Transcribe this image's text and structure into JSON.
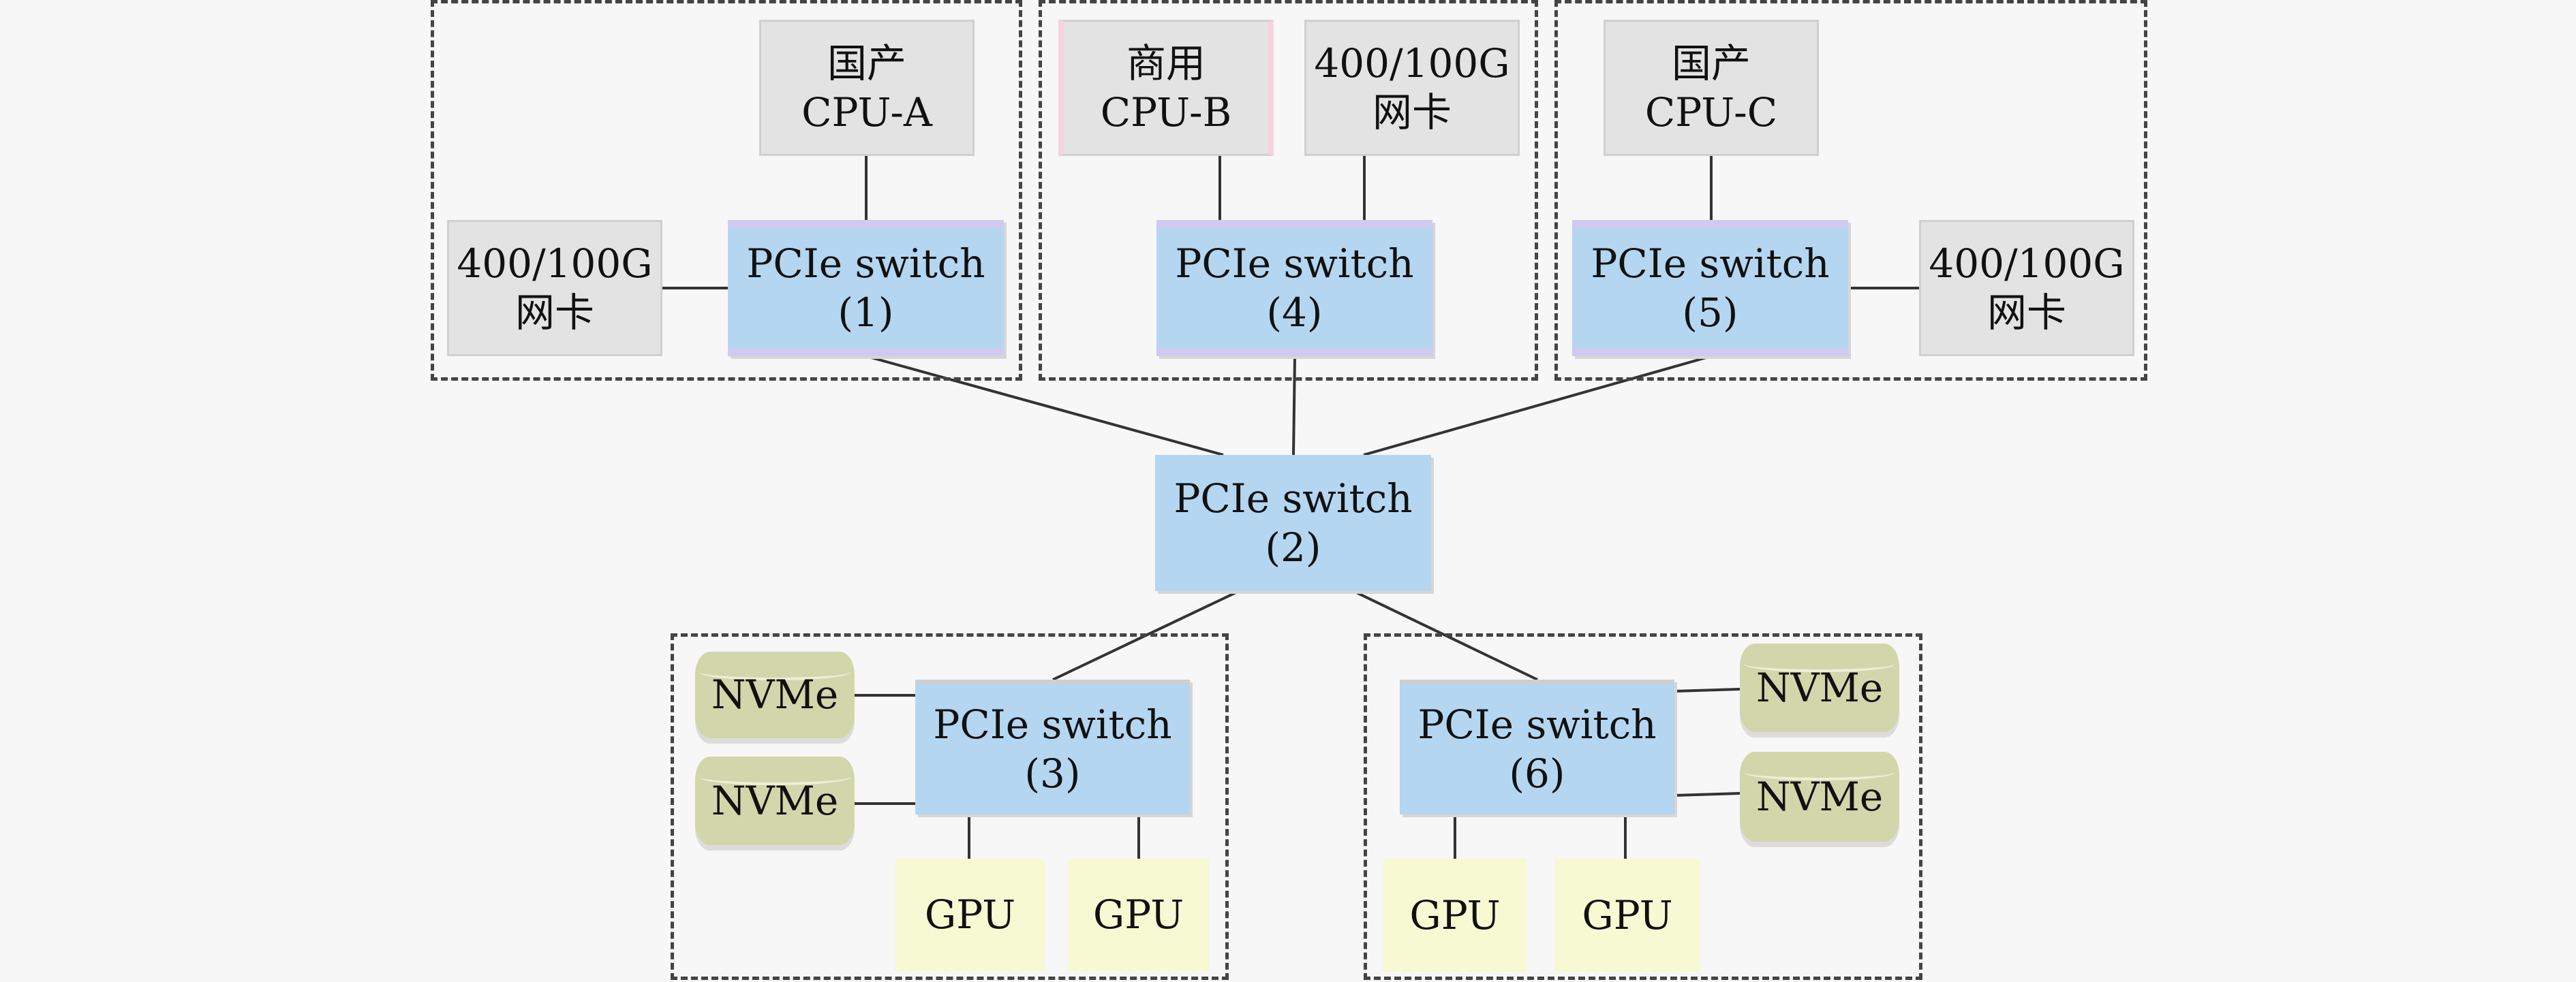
{
  "diagram": {
    "groups": [
      {
        "id": "group-a",
        "label": ""
      },
      {
        "id": "group-b",
        "label": ""
      },
      {
        "id": "group-c",
        "label": ""
      },
      {
        "id": "group-storage-left",
        "label": ""
      },
      {
        "id": "group-storage-right",
        "label": ""
      }
    ],
    "nodes": {
      "cpu_a": {
        "line1": "国产",
        "line2": "CPU-A"
      },
      "nic_a": {
        "line1": "400/100G",
        "line2": "网卡"
      },
      "switch_1": {
        "line1": "PCIe switch",
        "line2": "(1)"
      },
      "cpu_b": {
        "line1": "商用",
        "line2": "CPU-B"
      },
      "nic_b": {
        "line1": "400/100G",
        "line2": "网卡"
      },
      "switch_4": {
        "line1": "PCIe switch",
        "line2": "(4)"
      },
      "cpu_c": {
        "line1": "国产",
        "line2": "CPU-C"
      },
      "switch_5": {
        "line1": "PCIe switch",
        "line2": "(5)"
      },
      "nic_c": {
        "line1": "400/100G",
        "line2": "网卡"
      },
      "switch_2": {
        "line1": "PCIe switch",
        "line2": "(2)"
      },
      "switch_3": {
        "line1": "PCIe switch",
        "line2": "(3)"
      },
      "nvme_1": {
        "label": "NVMe"
      },
      "nvme_2": {
        "label": "NVMe"
      },
      "gpu_1": {
        "label": "GPU"
      },
      "gpu_2": {
        "label": "GPU"
      },
      "switch_6": {
        "line1": "PCIe switch",
        "line2": "(6)"
      },
      "nvme_3": {
        "label": "NVMe"
      },
      "nvme_4": {
        "label": "NVMe"
      },
      "gpu_3": {
        "label": "GPU"
      },
      "gpu_4": {
        "label": "GPU"
      }
    },
    "edges": [
      [
        "cpu_a",
        "switch_1"
      ],
      [
        "nic_a",
        "switch_1"
      ],
      [
        "cpu_b",
        "switch_4"
      ],
      [
        "nic_b",
        "switch_4"
      ],
      [
        "cpu_c",
        "switch_5"
      ],
      [
        "switch_5",
        "nic_c"
      ],
      [
        "switch_1",
        "switch_2"
      ],
      [
        "switch_4",
        "switch_2"
      ],
      [
        "switch_5",
        "switch_2"
      ],
      [
        "switch_2",
        "switch_3"
      ],
      [
        "switch_2",
        "switch_6"
      ],
      [
        "nvme_1",
        "switch_3"
      ],
      [
        "nvme_2",
        "switch_3"
      ],
      [
        "switch_3",
        "gpu_1"
      ],
      [
        "switch_3",
        "gpu_2"
      ],
      [
        "switch_6",
        "nvme_3"
      ],
      [
        "switch_6",
        "nvme_4"
      ],
      [
        "switch_6",
        "gpu_3"
      ],
      [
        "switch_6",
        "gpu_4"
      ]
    ],
    "colors": {
      "cpu_nic_fill": "#e3e3e3",
      "switch_fill": "#b4d6f1",
      "gpu_fill": "#f7f9d3",
      "nvme_fill": "#d2d6ab",
      "line": "#333333",
      "group_border": "#444444",
      "background": "#f7f7f7"
    }
  }
}
